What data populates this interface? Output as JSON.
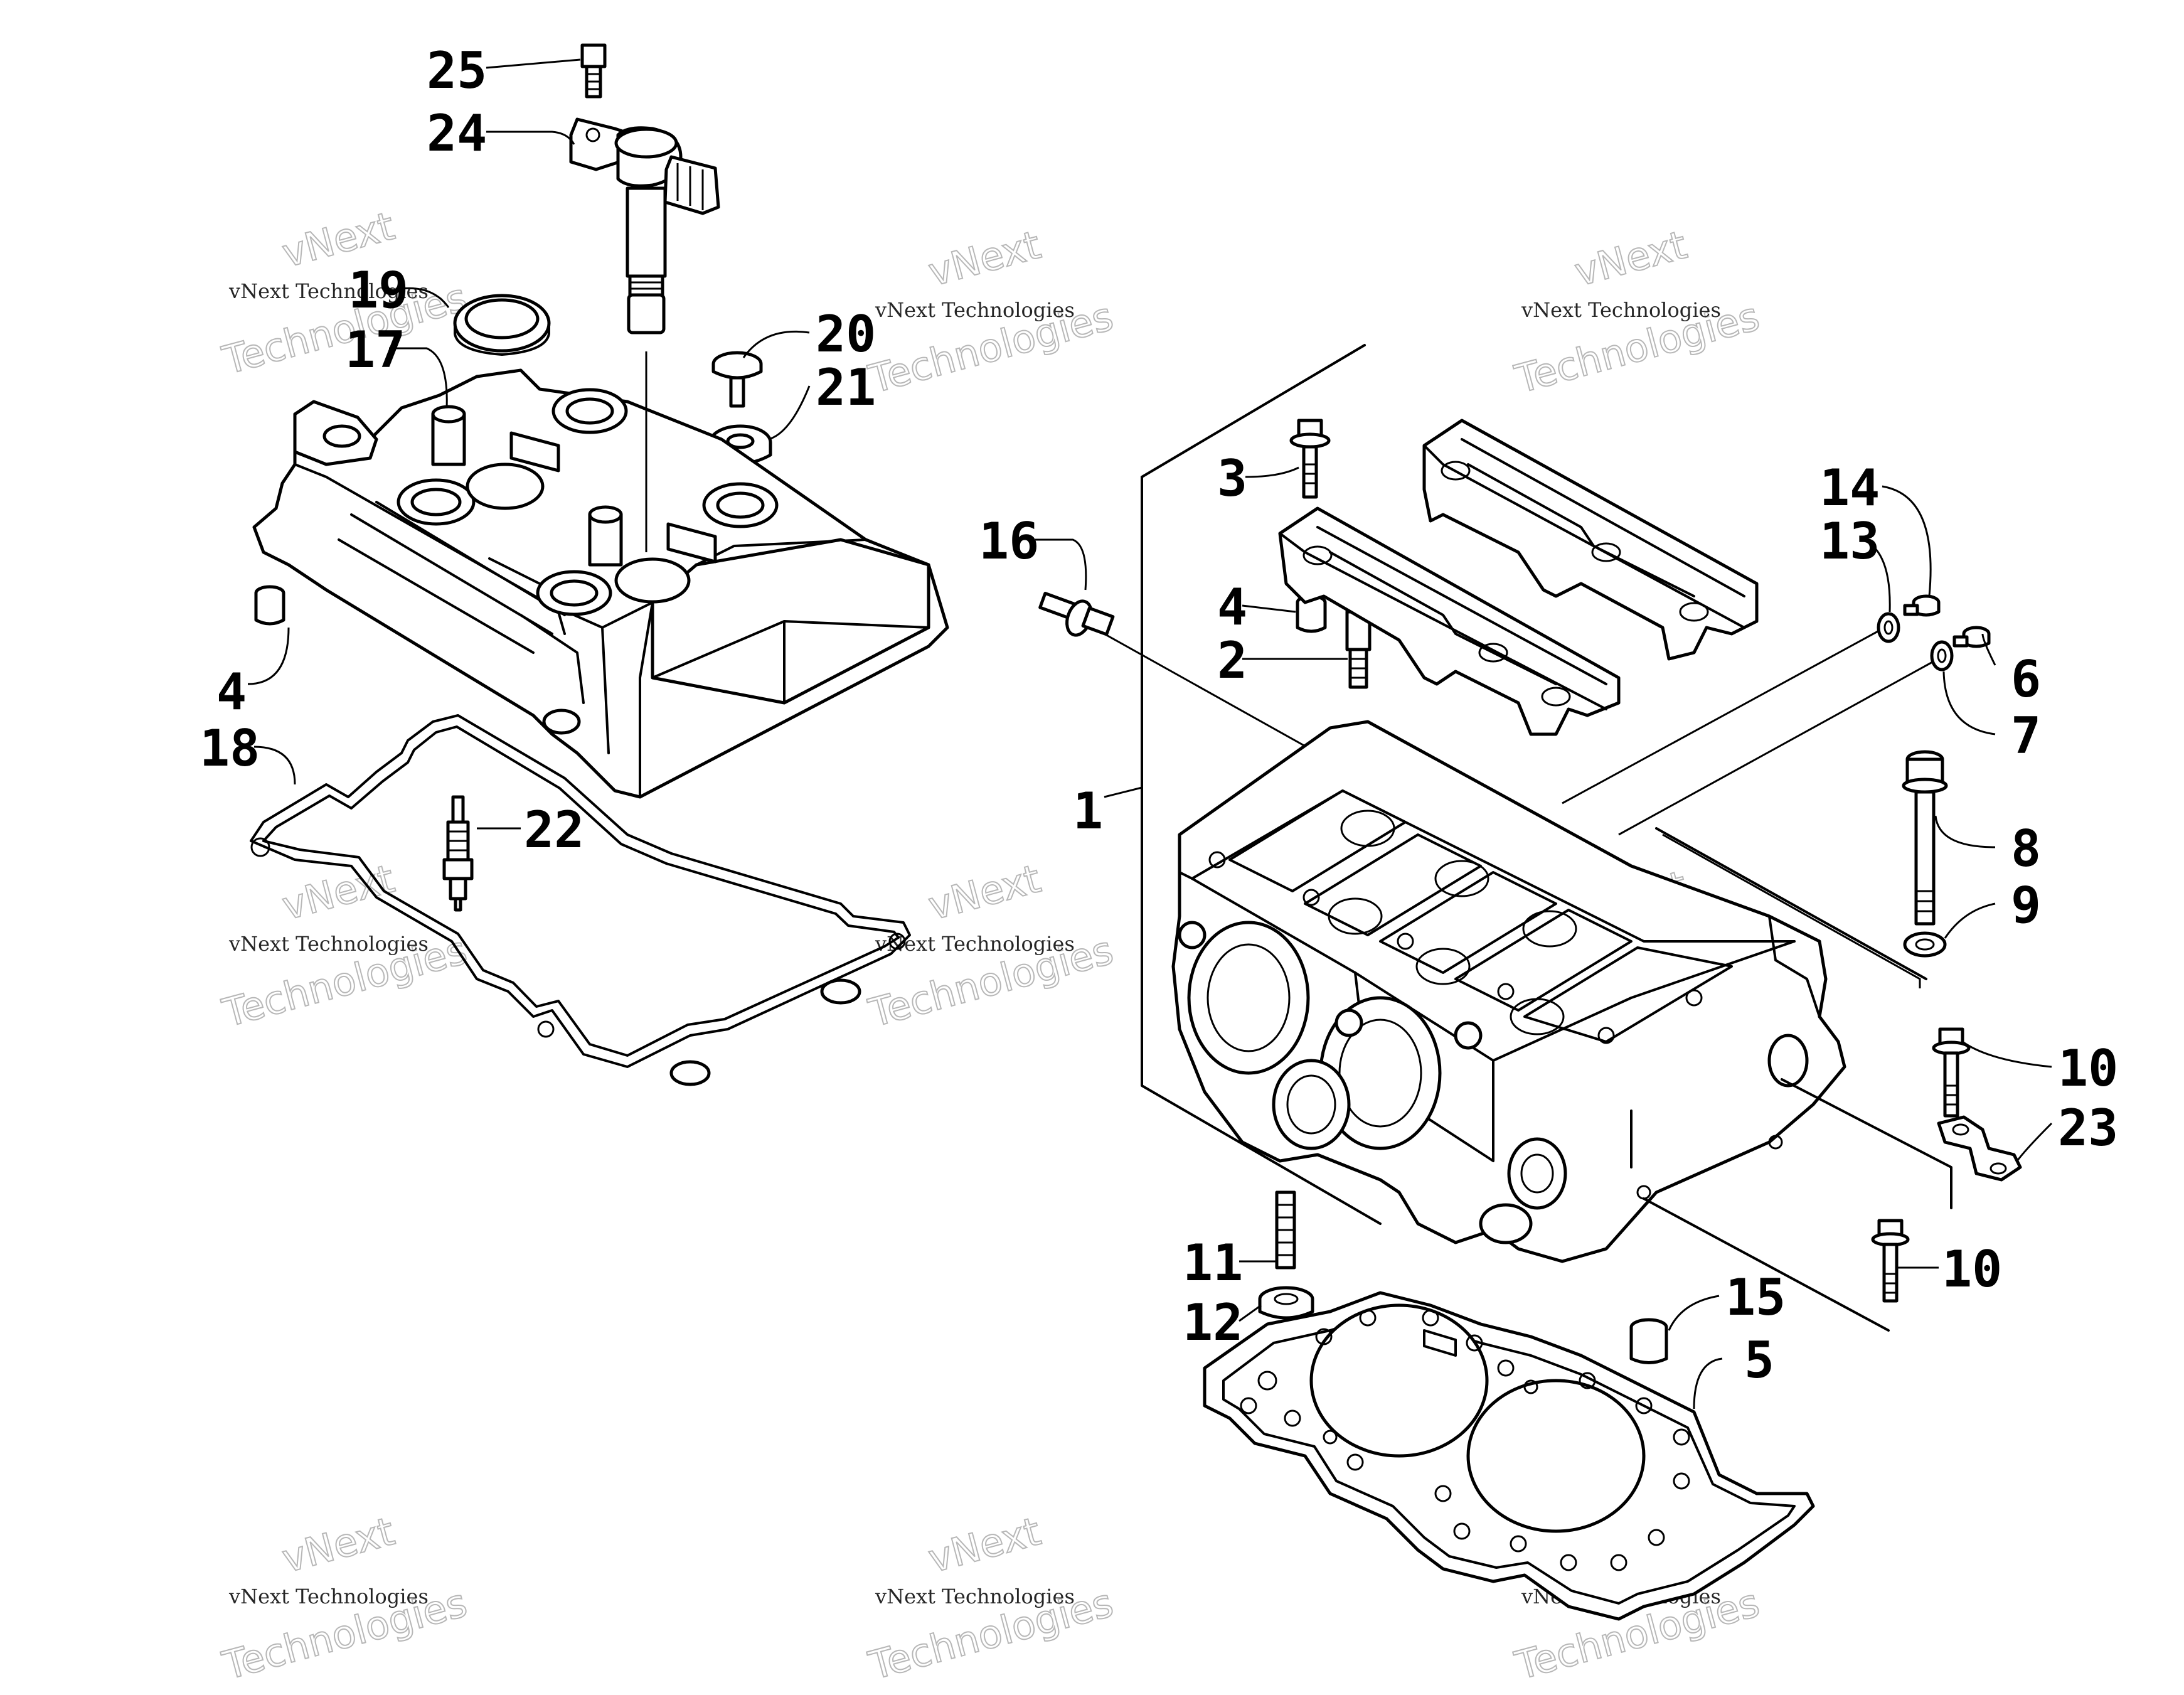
{
  "callouts": [
    {
      "id": "c25",
      "label": "25"
    },
    {
      "id": "c24",
      "label": "24"
    },
    {
      "id": "c19",
      "label": "19"
    },
    {
      "id": "c17",
      "label": "17"
    },
    {
      "id": "c20",
      "label": "20"
    },
    {
      "id": "c21",
      "label": "21"
    },
    {
      "id": "c4a",
      "label": "4"
    },
    {
      "id": "c18",
      "label": "18"
    },
    {
      "id": "c22",
      "label": "22"
    },
    {
      "id": "c16",
      "label": "16"
    },
    {
      "id": "c3",
      "label": "3"
    },
    {
      "id": "c4b",
      "label": "4"
    },
    {
      "id": "c2",
      "label": "2"
    },
    {
      "id": "c14",
      "label": "14"
    },
    {
      "id": "c13",
      "label": "13"
    },
    {
      "id": "c6",
      "label": "6"
    },
    {
      "id": "c7",
      "label": "7"
    },
    {
      "id": "c1",
      "label": "1"
    },
    {
      "id": "c8",
      "label": "8"
    },
    {
      "id": "c9",
      "label": "9"
    },
    {
      "id": "c10a",
      "label": "10"
    },
    {
      "id": "c23",
      "label": "23"
    },
    {
      "id": "c11",
      "label": "11"
    },
    {
      "id": "c12",
      "label": "12"
    },
    {
      "id": "c10b",
      "label": "10"
    },
    {
      "id": "c15",
      "label": "15"
    },
    {
      "id": "c5",
      "label": "5"
    }
  ],
  "watermark": {
    "line1": "vNext Technologies",
    "brand_top": "vNext",
    "brand_bottom": "Technologies"
  }
}
